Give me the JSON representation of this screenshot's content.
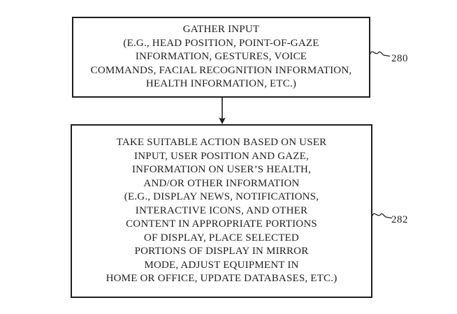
{
  "figure": {
    "background_color": "#ffffff",
    "ink_color": "#1e1e1e",
    "boxes": [
      {
        "id": "gather-input",
        "ref_label": "280",
        "lines": [
          "GATHER INPUT",
          "(E.G., HEAD POSITION, POINT-OF-GAZE",
          "INFORMATION, GESTURES, VOICE",
          "COMMANDS, FACIAL RECOGNITION INFORMATION,",
          "HEALTH INFORMATION, ETC.)"
        ]
      },
      {
        "id": "take-suitable-action",
        "ref_label": "282",
        "lines": [
          "TAKE SUITABLE ACTION BASED ON USER",
          "INPUT, USER POSITION AND GAZE,",
          "INFORMATION ON USER’S HEALTH,",
          "AND/OR OTHER INFORMATION",
          "(E.G., DISPLAY NEWS, NOTIFICATIONS,",
          "INTERACTIVE ICONS, AND OTHER",
          "CONTENT IN APPROPRIATE PORTIONS",
          "OF DISPLAY, PLACE SELECTED",
          "PORTIONS OF DISPLAY IN MIRROR",
          "MODE, ADJUST EQUIPMENT IN",
          "HOME OR OFFICE, UPDATE DATABASES, ETC.)"
        ]
      }
    ],
    "connector": {
      "type": "arrow-down",
      "from": "gather-input",
      "to": "take-suitable-action"
    }
  }
}
